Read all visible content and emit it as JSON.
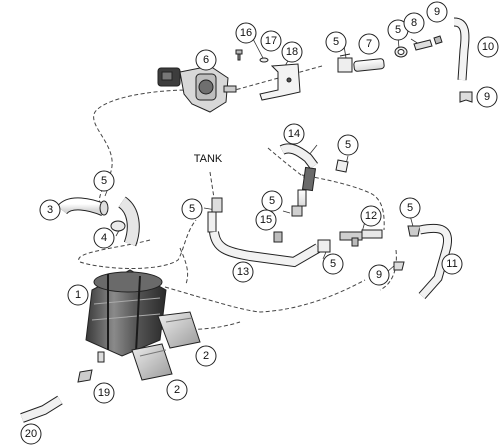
{
  "diagram": {
    "tank_label": "TANK",
    "callouts": [
      {
        "id": "c16",
        "number": "16"
      },
      {
        "id": "c17",
        "number": "17"
      },
      {
        "id": "c18",
        "number": "18"
      },
      {
        "id": "c6",
        "number": "6"
      },
      {
        "id": "c5a",
        "number": "5"
      },
      {
        "id": "c7",
        "number": "7"
      },
      {
        "id": "c5b",
        "number": "5"
      },
      {
        "id": "c8",
        "number": "8"
      },
      {
        "id": "c9a",
        "number": "9"
      },
      {
        "id": "c10",
        "number": "10"
      },
      {
        "id": "c9b",
        "number": "9"
      },
      {
        "id": "c14",
        "number": "14"
      },
      {
        "id": "c5c",
        "number": "5"
      },
      {
        "id": "c5d",
        "number": "5"
      },
      {
        "id": "c3",
        "number": "3"
      },
      {
        "id": "c4",
        "number": "4"
      },
      {
        "id": "c5e",
        "number": "5"
      },
      {
        "id": "c5f",
        "number": "5"
      },
      {
        "id": "c15",
        "number": "15"
      },
      {
        "id": "c12",
        "number": "12"
      },
      {
        "id": "c5g",
        "number": "5"
      },
      {
        "id": "c13",
        "number": "13"
      },
      {
        "id": "c5h",
        "number": "5"
      },
      {
        "id": "c9c",
        "number": "9"
      },
      {
        "id": "c11",
        "number": "11"
      },
      {
        "id": "c1",
        "number": "1"
      },
      {
        "id": "c2a",
        "number": "2"
      },
      {
        "id": "c2b",
        "number": "2"
      },
      {
        "id": "c19",
        "number": "19"
      },
      {
        "id": "c20",
        "number": "20"
      }
    ]
  }
}
